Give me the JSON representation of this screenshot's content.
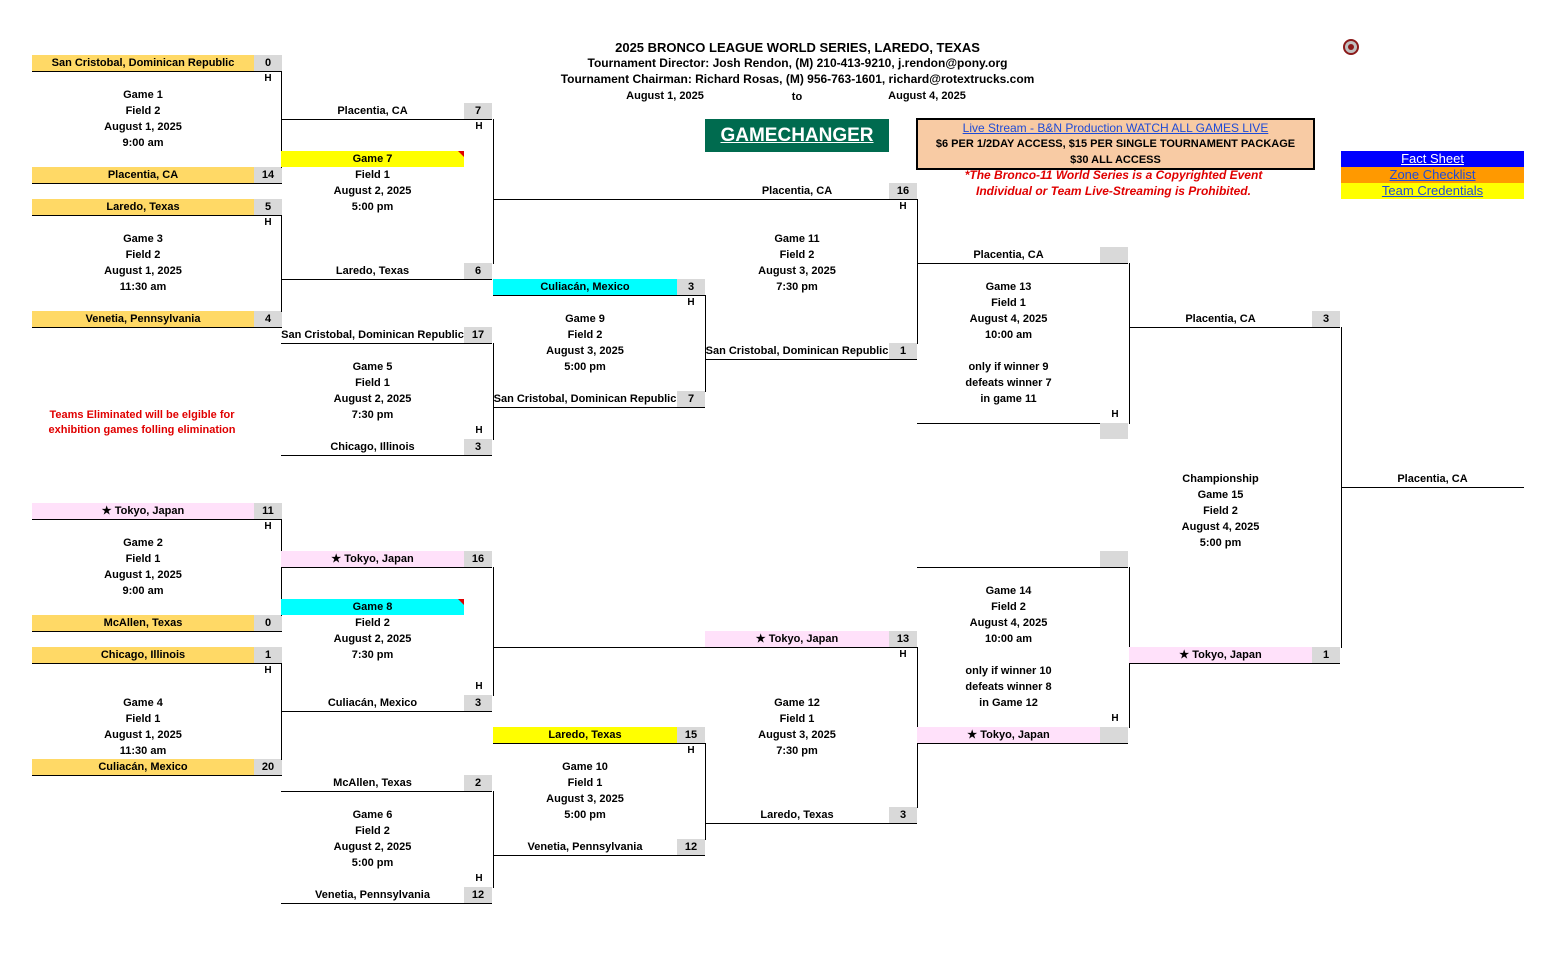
{
  "header": {
    "title": "2025 BRONCO LEAGUE WORLD SERIES, LAREDO, TEXAS",
    "director": "Tournament Director: Josh Rendon, (M) 210-413-9210, j.rendon@pony.org",
    "chairman": "Tournament Chairman: Richard Rosas, (M) 956-763-1601, richard@rotextrucks.com",
    "date_start": "August 1, 2025",
    "date_to": "to",
    "date_end": "August 4, 2025"
  },
  "gamechanger": "GAMECHANGER",
  "livestream": {
    "link": "Live Stream - B&N Production WATCH ALL GAMES LIVE",
    "line2": "$6 PER 1/2DAY ACCESS, $15 PER SINGLE TOURNAMENT PACKAGE",
    "line3": "$30 ALL ACCESS"
  },
  "copyright": {
    "line1": "*The Bronco-11 World Series is a Copyrighted Event",
    "line2": "Individual or Team Live-Streaming is Prohibited."
  },
  "links": {
    "fact_sheet": "Fact Sheet",
    "zone_checklist": "Zone Checklist",
    "team_credentials": "Team Credentials"
  },
  "note": {
    "line1": "Teams Eliminated will be elgible for",
    "line2": "exhibition games folling elimination"
  },
  "colors": {
    "gold": "#ffd966",
    "yellow": "#ffff00",
    "cyan": "#00ffff",
    "pink": "#ffe1fa",
    "grey": "#d9d9d9",
    "green": "#006b4f",
    "peach": "#f8cba4",
    "red": "#e00000"
  },
  "h": "H",
  "slots": {
    "g1_top": {
      "team": "San Cristobal, Dominican Republic",
      "score": "0"
    },
    "g1_bot": {
      "team": "Placentia, CA",
      "score": "14"
    },
    "g3_top": {
      "team": "Laredo, Texas",
      "score": "5"
    },
    "g3_bot": {
      "team": "Venetia, Pennsylvania",
      "score": "4"
    },
    "g2_top": {
      "team": "★ Tokyo, Japan",
      "score": "11"
    },
    "g2_bot": {
      "team": "McAllen, Texas",
      "score": "0"
    },
    "g4_top": {
      "team": "Chicago, Illinois",
      "score": "1"
    },
    "g4_bot": {
      "team": "Culiacán, Mexico",
      "score": "20"
    },
    "g7_top": {
      "team": "Placentia, CA",
      "score": "7"
    },
    "g7_bot": {
      "team": "Laredo, Texas",
      "score": "6"
    },
    "g5_top": {
      "team": "San Cristobal, Dominican Republic",
      "score": "17"
    },
    "g5_bot": {
      "team": "Chicago, Illinois",
      "score": "3"
    },
    "g8_top": {
      "team": "★ Tokyo, Japan",
      "score": "16"
    },
    "g8_bot": {
      "team": "Culiacán, Mexico",
      "score": "3"
    },
    "g6_top": {
      "team": "McAllen, Texas",
      "score": "2"
    },
    "g6_bot": {
      "team": "Venetia, Pennsylvania",
      "score": "12"
    },
    "g9_top": {
      "team": "Culiacán, Mexico",
      "score": "3"
    },
    "g9_bot": {
      "team": "San Cristobal, Dominican Republic",
      "score": "7"
    },
    "g10_top": {
      "team": "Laredo, Texas",
      "score": "15"
    },
    "g10_bot": {
      "team": "Venetia, Pennsylvania",
      "score": "12"
    },
    "g11_top": {
      "team": "Placentia, CA",
      "score": "16"
    },
    "g11_bot": {
      "team": "San Cristobal, Dominican Republic",
      "score": "1"
    },
    "g12_top": {
      "team": "★ Tokyo, Japan",
      "score": "13"
    },
    "g12_bot": {
      "team": "Laredo, Texas",
      "score": "3"
    },
    "g13_top": {
      "team": "Placentia, CA",
      "score": ""
    },
    "g14_bot": {
      "team": "★ Tokyo, Japan",
      "score": ""
    },
    "g15_top": {
      "team": "Placentia, CA",
      "score": "3"
    },
    "g15_bot": {
      "team": "★ Tokyo, Japan",
      "score": "1"
    },
    "champion": {
      "team": "Placentia, CA"
    }
  },
  "games": {
    "g1": [
      "Game 1",
      "Field 2",
      "August 1, 2025",
      "9:00 am"
    ],
    "g3": [
      "Game 3",
      "Field 2",
      "August 1, 2025",
      "11:30 am"
    ],
    "g2": [
      "Game 2",
      "Field 1",
      "August 1, 2025",
      "9:00 am"
    ],
    "g4": [
      "Game 4",
      "Field 1",
      "August 1, 2025",
      "11:30 am"
    ],
    "g7": [
      "Game 7",
      "Field 1",
      "August 2, 2025",
      "5:00 pm"
    ],
    "g5": [
      "Game 5",
      "Field 1",
      "August 2, 2025",
      "7:30 pm"
    ],
    "g8": [
      "Game 8",
      "Field 2",
      "August 2, 2025",
      "7:30 pm"
    ],
    "g6": [
      "Game 6",
      "Field 2",
      "August 2, 2025",
      "5:00 pm"
    ],
    "g9": [
      "Game 9",
      "Field 2",
      "August 3, 2025",
      "5:00 pm"
    ],
    "g10": [
      "Game 10",
      "Field 1",
      "August 3, 2025",
      "5:00 pm"
    ],
    "g11": [
      "Game 11",
      "Field 2",
      "August 3, 2025",
      "7:30 pm"
    ],
    "g12": [
      "Game 12",
      "Field 1",
      "August 3, 2025",
      "7:30 pm"
    ],
    "g13": [
      "Game 13",
      "Field 1",
      "August 4, 2025",
      "10:00 am",
      "",
      "only if winner 9",
      "defeats winner 7",
      "in game 11"
    ],
    "g14": [
      "Game 14",
      "Field 2",
      "August 4, 2025",
      "10:00 am",
      "",
      "only if winner 10",
      "defeats winner 8",
      "in Game 12"
    ],
    "g15": [
      "Championship",
      "Game 15",
      "Field 2",
      "August 4, 2025",
      "5:00 pm"
    ]
  }
}
